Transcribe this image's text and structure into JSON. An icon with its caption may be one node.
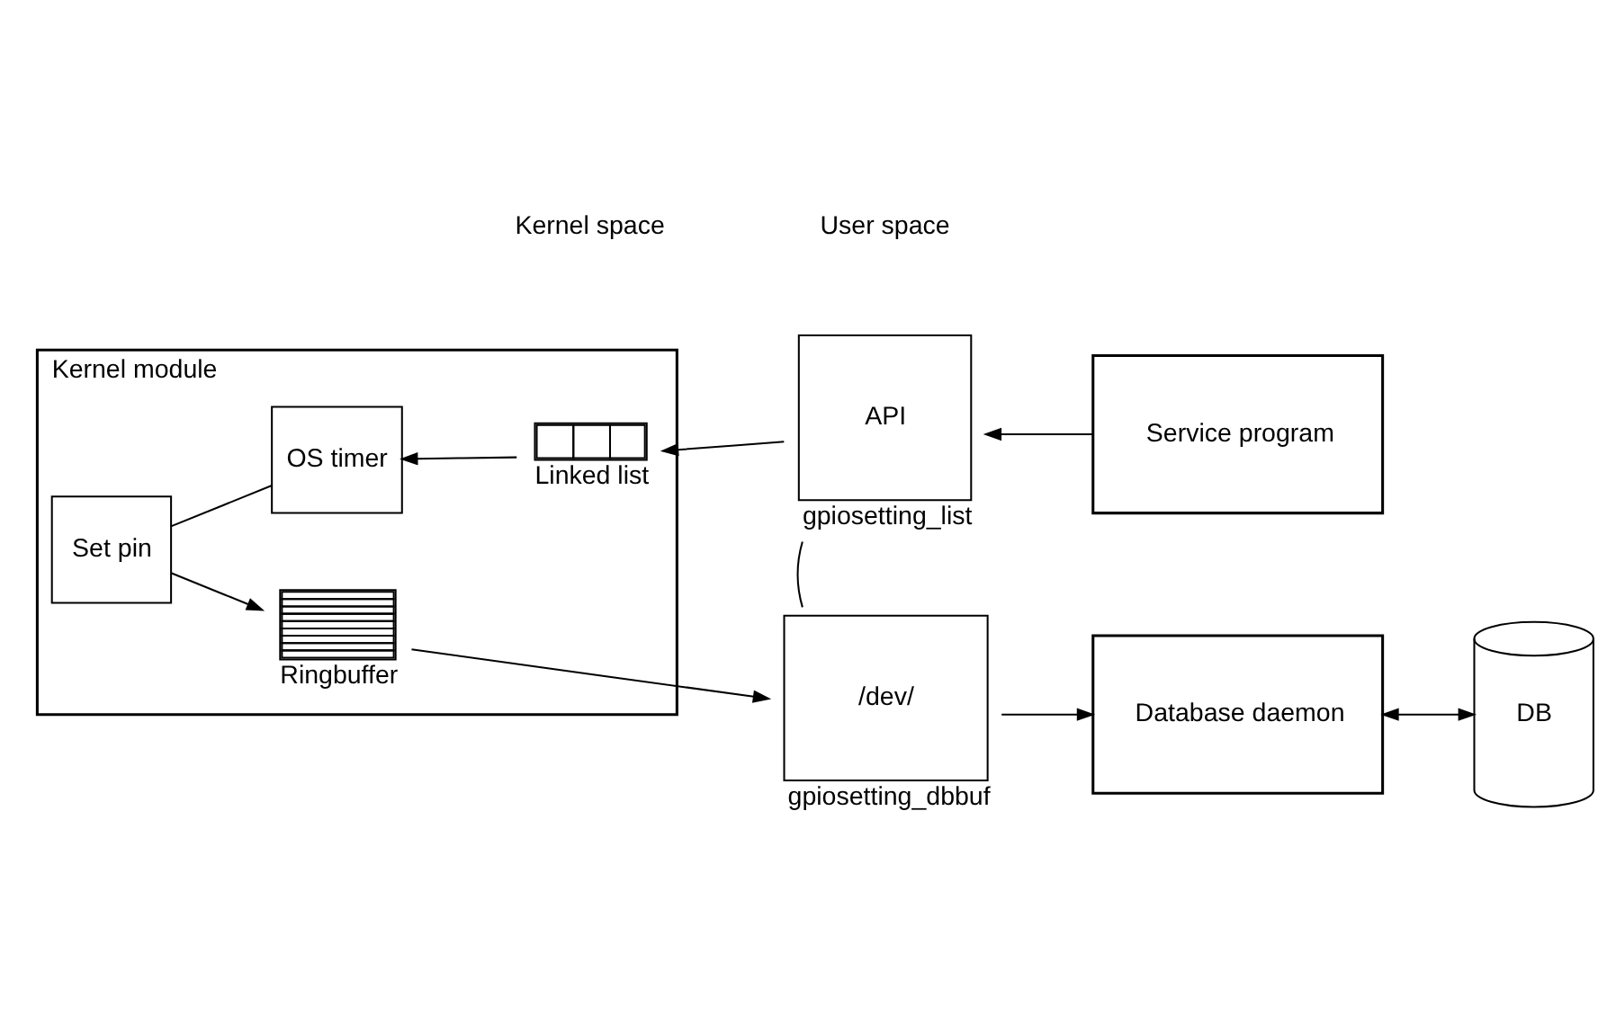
{
  "diagram": {
    "nodes": [
      {
        "text": [
          "Kernel module"
        ]
      },
      {
        "text": [
          "Linked list"
        ],
        "in": 0
      },
      {
        "text": [
          "OS timer"
        ],
        "in": 0
      },
      {
        "text": [
          "Set pin"
        ],
        "in": 0
      },
      {
        "text": [
          "Ringbuffer"
        ],
        "in": 0
      },
      {
        "text": [
          "API"
        ],
        "beside": [
          "gpiosetting_list"
        ]
      },
      {
        "text": [
          "Service program"
        ]
      },
      {
        "text": [
          "/dev/"
        ],
        "beside": [
          "gpiosetting_dbbuf"
        ]
      },
      {
        "text": [
          "Database daemon"
        ]
      },
      {
        "text": [
          "DB"
        ]
      }
    ],
    "edges": [
      {
        "from": 6,
        "to": 5,
        "arrow": "to"
      },
      {
        "from": 5,
        "to": 1,
        "arrow": "to"
      },
      {
        "from": 1,
        "to": 2,
        "arrow": "to"
      },
      {
        "from": 2,
        "to": 3,
        "arrow": "none"
      },
      {
        "from": 3,
        "to": 4,
        "arrow": "to"
      },
      {
        "from": 4,
        "to": 7,
        "arrow": "to"
      },
      {
        "from": 7,
        "to": 8,
        "arrow": "to"
      },
      {
        "from": 8,
        "to": 9,
        "arrow": "both"
      },
      {
        "from": 5,
        "to": 7,
        "arrow": "none"
      }
    ],
    "labels": [
      "Kernel space",
      "User space"
    ]
  }
}
